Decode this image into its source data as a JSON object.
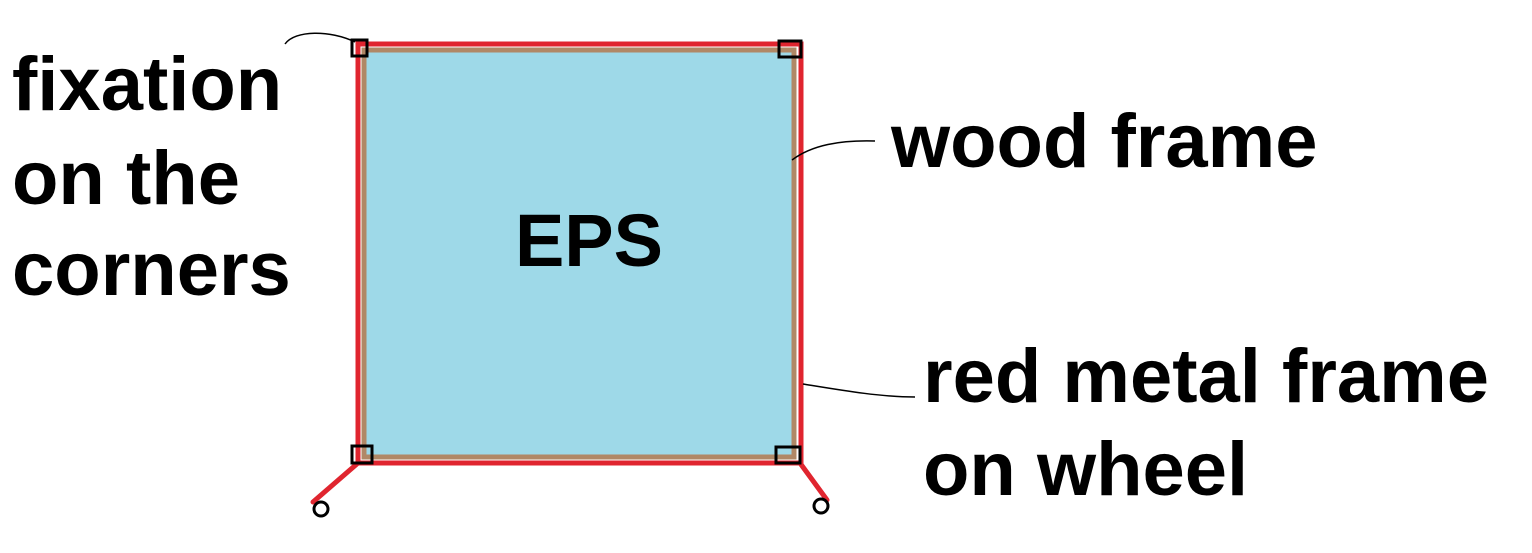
{
  "diagram": {
    "center_label": "EPS",
    "labels": {
      "fixation": [
        "fixation",
        "on the",
        "corners"
      ],
      "wood": [
        "wood frame"
      ],
      "metal": [
        "red metal frame",
        "on wheel"
      ]
    },
    "colors": {
      "panel_fill": "#9ed9e8",
      "wood_frame": "#b08866",
      "metal_frame": "#e0252f",
      "corner_fixation": "#000000",
      "leader_line": "#000000",
      "text": "#000000",
      "background": "#ffffff"
    }
  }
}
